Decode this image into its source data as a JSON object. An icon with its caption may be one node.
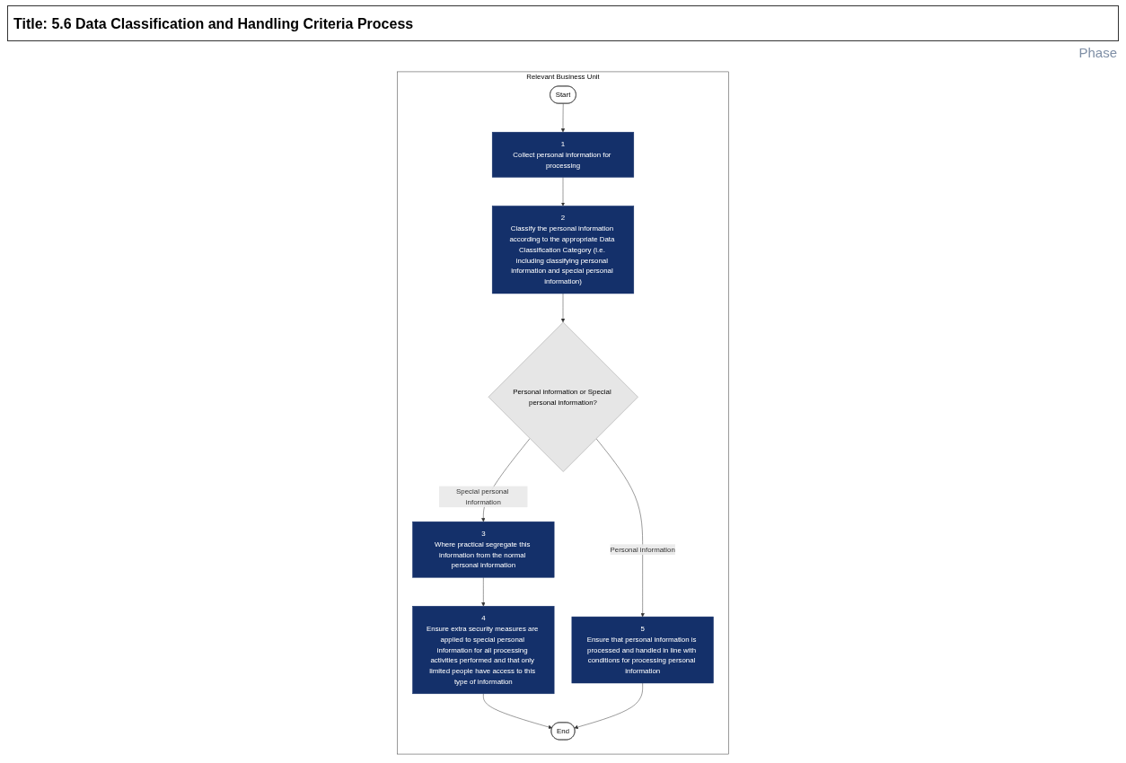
{
  "diagram": {
    "title": "Title: 5.6 Data Classification and Handling Criteria Process",
    "nodes": [
      {
        "text": [
          "Relevant Business Unit"
        ]
      },
      {
        "text": [
          "Start"
        ],
        "in": 0
      },
      {
        "text": [
          "1",
          "Collect personal information for processing"
        ],
        "in": 0
      },
      {
        "text": [
          "2",
          "Classify the personal information according to the appropriate Data Classification Category (i.e. including classifying personal information and special personal information)"
        ],
        "in": 0
      },
      {
        "text": [
          "Personal information or Special personal information?"
        ],
        "in": 0
      },
      {
        "text": [
          "3",
          "Where practical segregate this information from the normal personal information"
        ],
        "in": 0
      },
      {
        "text": [
          "4",
          "Ensure extra security measures are applied to special personal information for all processing activities performed and that only limited people have access to this type of information"
        ],
        "in": 0
      },
      {
        "text": [
          "End"
        ],
        "in": 0
      },
      {
        "text": [
          "5",
          "Ensure that personal information is processed and handled in line with conditions for processing personal information"
        ],
        "in": 0
      }
    ],
    "edges": [
      {
        "from": 1,
        "to": 2,
        "arrow": "to"
      },
      {
        "from": 2,
        "to": 3,
        "arrow": "to"
      },
      {
        "from": 3,
        "to": 4,
        "arrow": "to"
      },
      {
        "from": 4,
        "to": 5,
        "arrow": "to",
        "label": "Special personal information"
      },
      {
        "from": 4,
        "to": 8,
        "arrow": "to",
        "label": "Personal information"
      },
      {
        "from": 5,
        "to": 6,
        "arrow": "to"
      },
      {
        "from": 6,
        "to": 7,
        "arrow": "to"
      },
      {
        "from": 8,
        "to": 7,
        "arrow": "to"
      }
    ],
    "labels": [
      "Phase"
    ]
  }
}
